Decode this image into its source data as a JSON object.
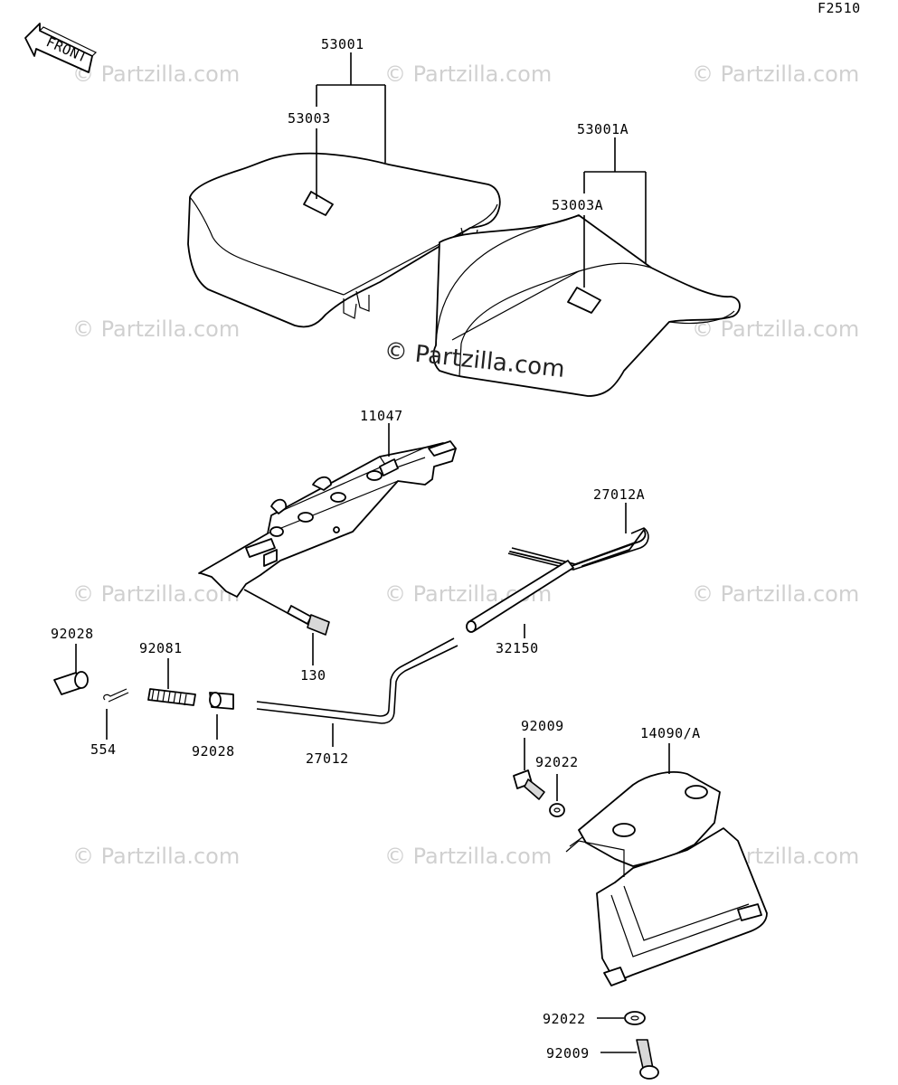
{
  "figure_code": "F2510",
  "front_label": "FRONT",
  "watermarks": {
    "small": "© Partzilla.com",
    "main": "© Partzilla.com"
  },
  "callouts": {
    "p53001": "53001",
    "p53003": "53003",
    "p53001A": "53001A",
    "p53003A": "53003A",
    "p11047": "11047",
    "p27012A": "27012A",
    "p92028_left": "92028",
    "p92081": "92081",
    "p130": "130",
    "p32150": "32150",
    "p554": "554",
    "p92028_mid": "92028",
    "p27012": "27012",
    "p92009_top": "92009",
    "p14090A": "14090/A",
    "p92022_top": "92022",
    "p92022_bottom": "92022",
    "p92009_bottom": "92009"
  }
}
